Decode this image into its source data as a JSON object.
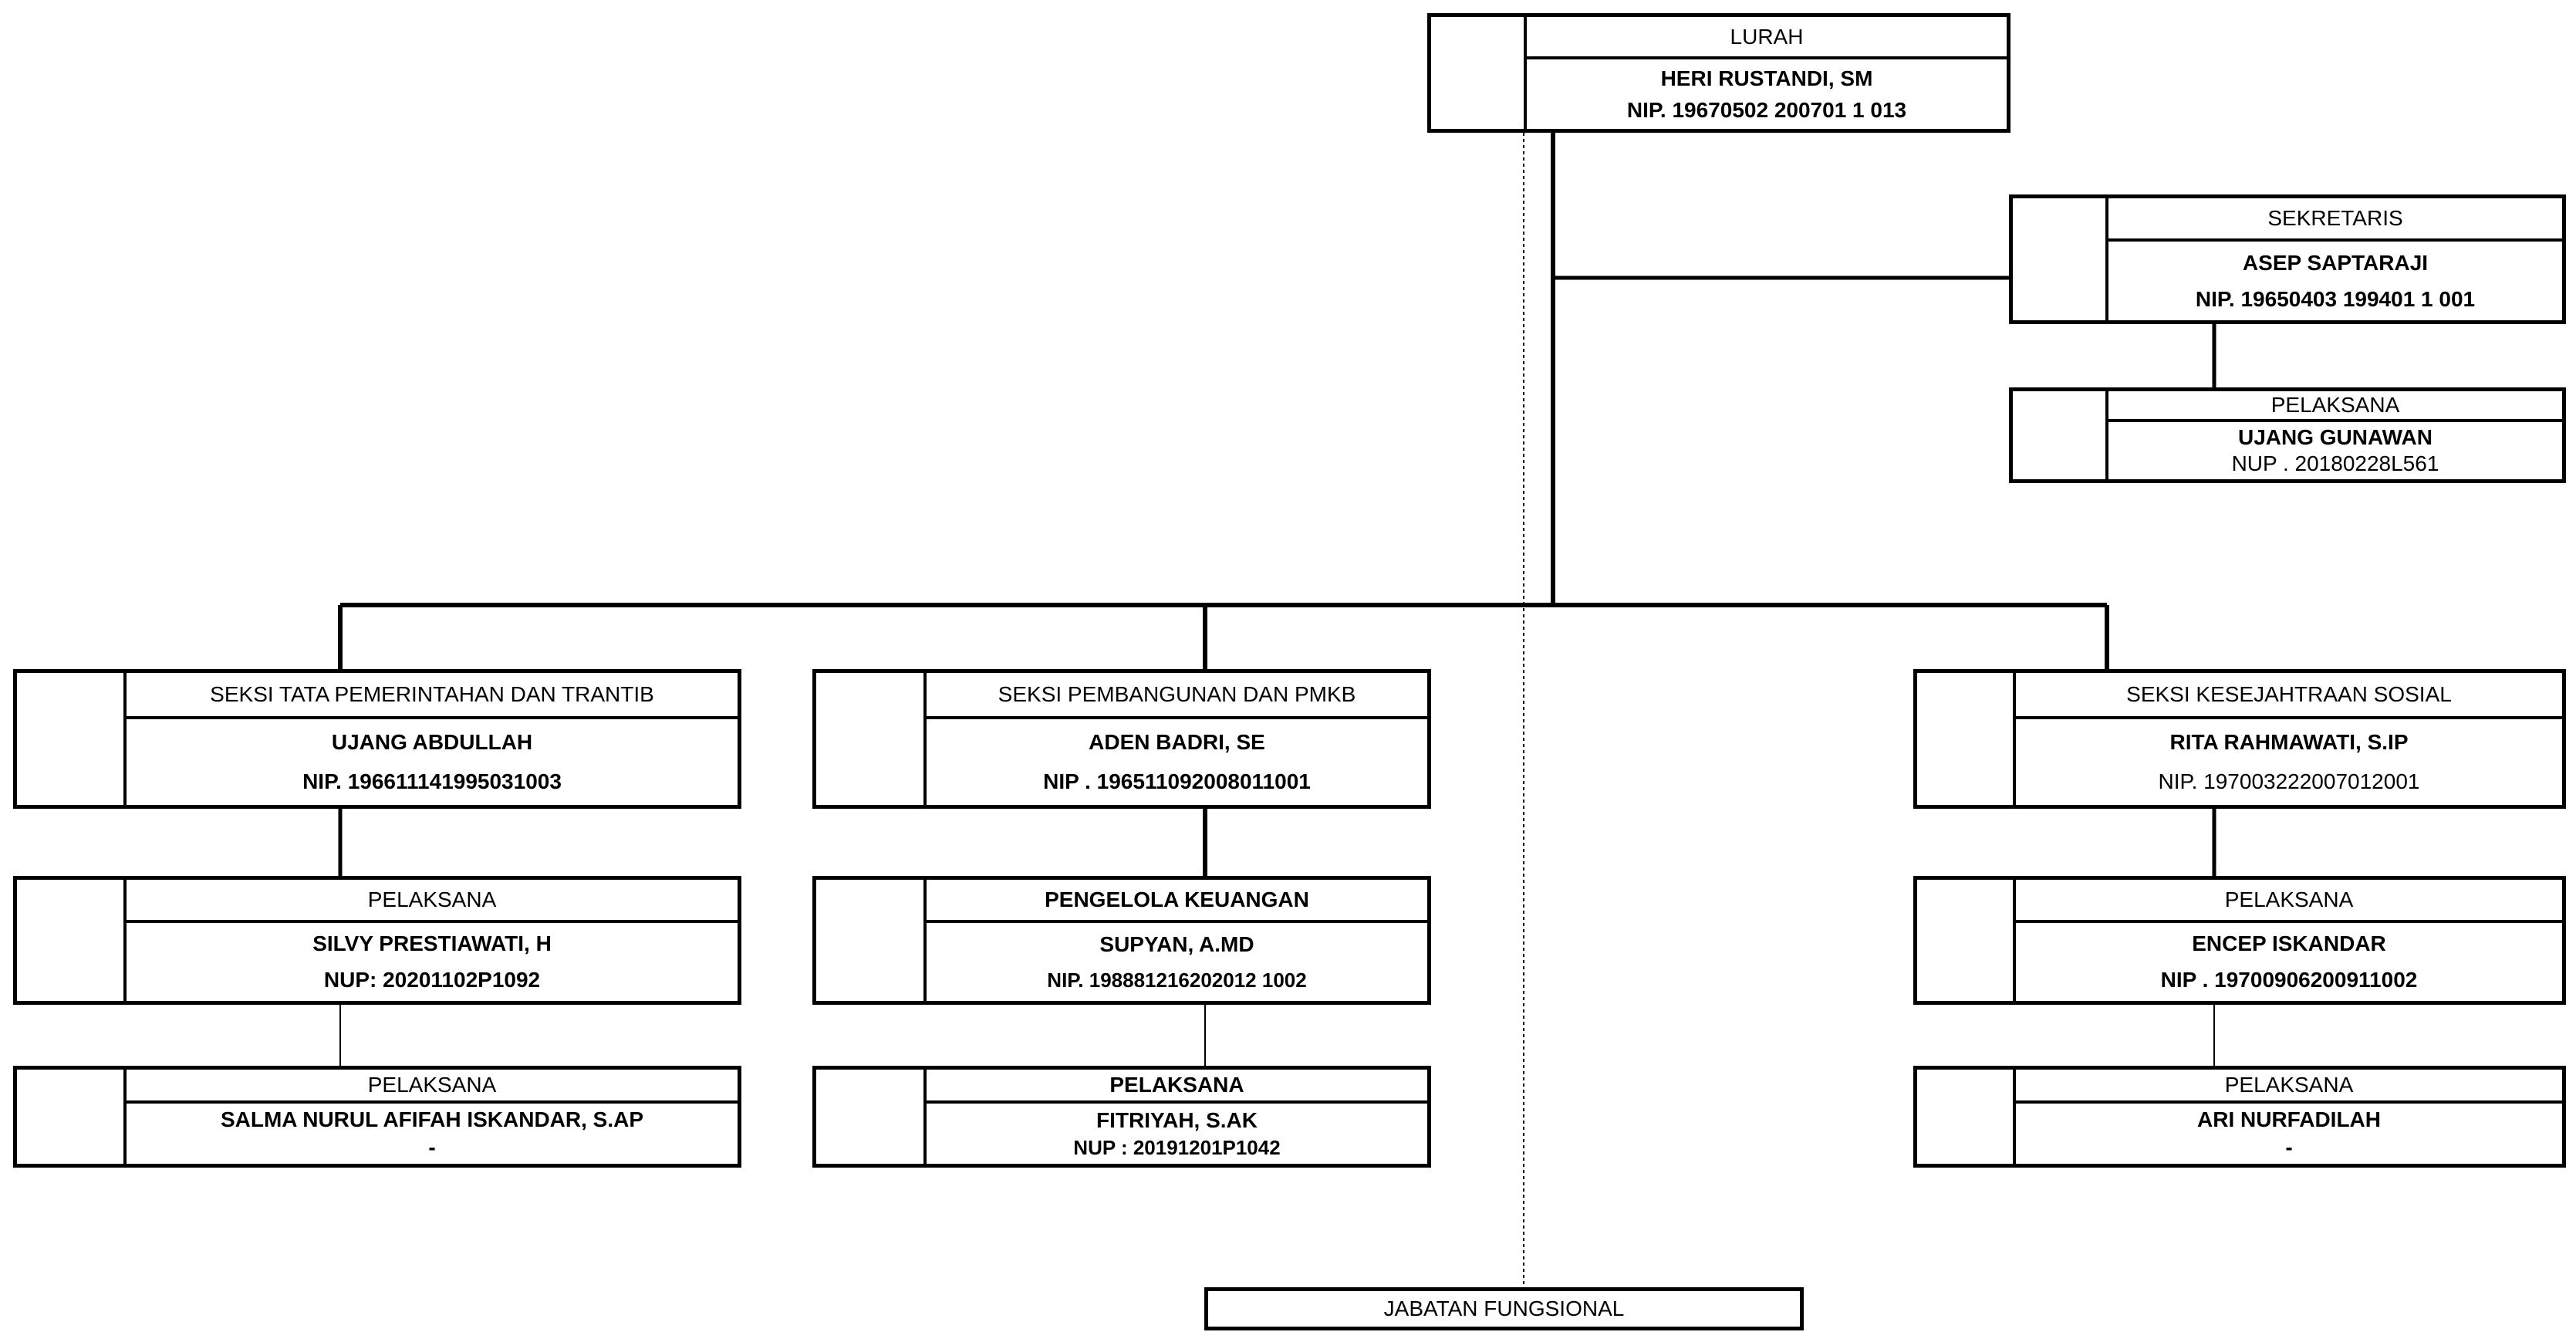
{
  "lurah": {
    "title": "LURAH",
    "name": "HERI RUSTANDI, SM",
    "id": "NIP. 19670502 200701 1 013"
  },
  "sekretaris": {
    "title": "SEKRETARIS",
    "name": "ASEP SAPTARAJI",
    "id": "NIP. 19650403 199401 1 001"
  },
  "sek_pelaksana": {
    "title": "PELAKSANA",
    "name": "UJANG GUNAWAN",
    "id": "NUP . 20180228L561"
  },
  "seksi_tata": {
    "head": {
      "title": "SEKSI TATA PEMERINTAHAN DAN TRANTIB",
      "name": "UJANG ABDULLAH",
      "id": "NIP. 196611141995031003"
    },
    "staff1": {
      "title": "PELAKSANA",
      "name": "SILVY  PRESTIAWATI, H",
      "id": "NUP: 20201102P1092"
    },
    "staff2": {
      "title": "PELAKSANA",
      "name": "SALMA NURUL AFIFAH ISKANDAR, S.AP",
      "id": "-"
    }
  },
  "seksi_pembangunan": {
    "head": {
      "title": "SEKSI PEMBANGUNAN DAN PMKB",
      "name": "ADEN BADRI, SE",
      "id": "NIP . 196511092008011001"
    },
    "staff1": {
      "title": "PENGELOLA KEUANGAN",
      "name": "SUPYAN, A.MD",
      "id": "NIP. 198881216202012 1002"
    },
    "staff2": {
      "title": "PELAKSANA",
      "name": "FITRIYAH, S.AK",
      "id": "NUP : 20191201P1042"
    }
  },
  "seksi_kesos": {
    "head": {
      "title": "SEKSI KESEJAHTRAAN SOSIAL",
      "name": "RITA RAHMAWATI, S.IP",
      "id": "NIP. 197003222007012001"
    },
    "staff1": {
      "title": "PELAKSANA",
      "name": "ENCEP ISKANDAR",
      "id": "NIP . 19700906200911002"
    },
    "staff2": {
      "title": "PELAKSANA",
      "name": "ARI NURFADILAH",
      "id": "-"
    }
  },
  "fungsional": {
    "label": "JABATAN FUNGSIONAL"
  }
}
